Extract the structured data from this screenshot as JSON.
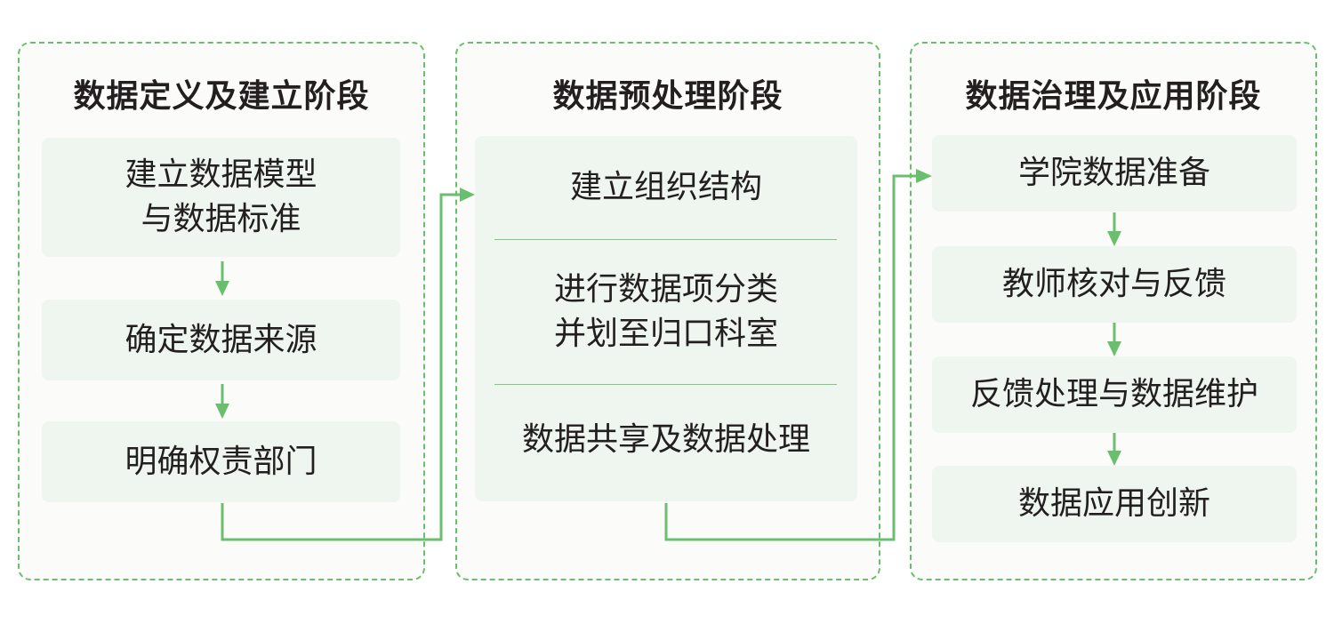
{
  "diagram": {
    "accent_color": "#6abf6e",
    "box_fill": "#eef6ef",
    "stages": [
      {
        "title": "数据定义及建立阶段",
        "steps": [
          "建立数据模型\n与数据标准",
          "确定数据来源",
          "明确权责部门"
        ]
      },
      {
        "title": "数据预处理阶段",
        "steps": [
          "建立组织结构",
          "进行数据项分类\n并划至归口科室",
          "数据共享及数据处理"
        ]
      },
      {
        "title": "数据治理及应用阶段",
        "steps": [
          "学院数据准备",
          "教师核对与反馈",
          "反馈处理与数据维护",
          "数据应用创新"
        ]
      }
    ]
  }
}
